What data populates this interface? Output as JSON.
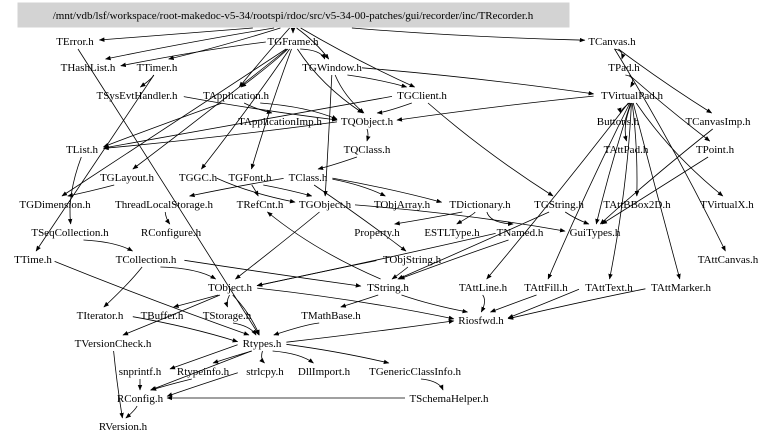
{
  "root": {
    "label": "/mnt/vdb/lsf/workspace/root-makedoc-v5-34/rootspi/rdoc/src/v5-34-00-patches/gui/recorder/inc/TRecorder.h",
    "fill_color": "#d3d3d3"
  },
  "nodes": [
    {
      "id": "TError",
      "label": "TError.h"
    },
    {
      "id": "TGFrame",
      "label": "TGFrame.h"
    },
    {
      "id": "TCanvas",
      "label": "TCanvas.h"
    },
    {
      "id": "THashList",
      "label": "THashList.h"
    },
    {
      "id": "TTimer",
      "label": "TTimer.h"
    },
    {
      "id": "TGWindow",
      "label": "TGWindow.h"
    },
    {
      "id": "TPad",
      "label": "TPad.h"
    },
    {
      "id": "TSysEvtHandler",
      "label": "TSysEvtHandler.h"
    },
    {
      "id": "TApplication",
      "label": "TApplication.h"
    },
    {
      "id": "TGClient",
      "label": "TGClient.h"
    },
    {
      "id": "TVirtualPad",
      "label": "TVirtualPad.h"
    },
    {
      "id": "TApplicationImp",
      "label": "TApplicationImp.h"
    },
    {
      "id": "TQObject",
      "label": "TQObject.h"
    },
    {
      "id": "Buttons",
      "label": "Buttons.h"
    },
    {
      "id": "TCanvasImp",
      "label": "TCanvasImp.h"
    },
    {
      "id": "TList",
      "label": "TList.h"
    },
    {
      "id": "TQClass",
      "label": "TQClass.h"
    },
    {
      "id": "TAttPad",
      "label": "TAttPad.h"
    },
    {
      "id": "TPoint",
      "label": "TPoint.h"
    },
    {
      "id": "TGLayout",
      "label": "TGLayout.h"
    },
    {
      "id": "TGGC",
      "label": "TGGC.h"
    },
    {
      "id": "TGFont",
      "label": "TGFont.h"
    },
    {
      "id": "TClass",
      "label": "TClass.h"
    },
    {
      "id": "TGDimension",
      "label": "TGDimension.h"
    },
    {
      "id": "ThreadLocalStorage",
      "label": "ThreadLocalStorage.h"
    },
    {
      "id": "TRefCnt",
      "label": "TRefCnt.h"
    },
    {
      "id": "TGObject",
      "label": "TGObject.h"
    },
    {
      "id": "TObjArray",
      "label": "TObjArray.h"
    },
    {
      "id": "TDictionary",
      "label": "TDictionary.h"
    },
    {
      "id": "TGString",
      "label": "TGString.h"
    },
    {
      "id": "TAttBBox2D",
      "label": "TAttBBox2D.h"
    },
    {
      "id": "TVirtualX",
      "label": "TVirtualX.h"
    },
    {
      "id": "TSeqCollection",
      "label": "TSeqCollection.h"
    },
    {
      "id": "RConfigure",
      "label": "RConfigure.h"
    },
    {
      "id": "Property",
      "label": "Property.h"
    },
    {
      "id": "ESTLType",
      "label": "ESTLType.h"
    },
    {
      "id": "TNamed",
      "label": "TNamed.h"
    },
    {
      "id": "GuiTypes",
      "label": "GuiTypes.h"
    },
    {
      "id": "TTime",
      "label": "TTime.h"
    },
    {
      "id": "TCollection",
      "label": "TCollection.h"
    },
    {
      "id": "TObjString",
      "label": "TObjString.h"
    },
    {
      "id": "TAttCanvas",
      "label": "TAttCanvas.h"
    },
    {
      "id": "TObject",
      "label": "TObject.h"
    },
    {
      "id": "TString",
      "label": "TString.h"
    },
    {
      "id": "TAttLine",
      "label": "TAttLine.h"
    },
    {
      "id": "TAttFill",
      "label": "TAttFill.h"
    },
    {
      "id": "TAttText",
      "label": "TAttText.h"
    },
    {
      "id": "TAttMarker",
      "label": "TAttMarker.h"
    },
    {
      "id": "TIterator",
      "label": "TIterator.h"
    },
    {
      "id": "TBuffer",
      "label": "TBuffer.h"
    },
    {
      "id": "TStorage",
      "label": "TStorage.h"
    },
    {
      "id": "TMathBase",
      "label": "TMathBase.h"
    },
    {
      "id": "Riosfwd",
      "label": "Riosfwd.h"
    },
    {
      "id": "TVersionCheck",
      "label": "TVersionCheck.h"
    },
    {
      "id": "Rtypes",
      "label": "Rtypes.h"
    },
    {
      "id": "snprintf",
      "label": "snprintf.h"
    },
    {
      "id": "Rtypeinfo",
      "label": "Rtypeinfo.h"
    },
    {
      "id": "strlcpy",
      "label": "strlcpy.h"
    },
    {
      "id": "DllImport",
      "label": "DllImport.h"
    },
    {
      "id": "TGenericClassInfo",
      "label": "TGenericClassInfo.h"
    },
    {
      "id": "RConfig",
      "label": "RConfig.h"
    },
    {
      "id": "TSchemaHelper",
      "label": "TSchemaHelper.h"
    },
    {
      "id": "RVersion",
      "label": "RVersion.h"
    }
  ],
  "edges": [
    [
      "ROOT",
      "TError"
    ],
    [
      "ROOT",
      "TGFrame"
    ],
    [
      "ROOT",
      "TCanvas"
    ],
    [
      "ROOT",
      "THashList"
    ],
    [
      "ROOT",
      "TTimer"
    ],
    [
      "ROOT",
      "TGWindow"
    ],
    [
      "ROOT",
      "TApplication"
    ],
    [
      "ROOT",
      "TGClient"
    ],
    [
      "TGFrame",
      "TGWindow"
    ],
    [
      "TGFrame",
      "TApplication"
    ],
    [
      "TGFrame",
      "THashList"
    ],
    [
      "TGFrame",
      "TGLayout"
    ],
    [
      "TGFrame",
      "TGGC"
    ],
    [
      "TGFrame",
      "TGFont"
    ],
    [
      "TGFrame",
      "TGDimension"
    ],
    [
      "TGFrame",
      "TQObject"
    ],
    [
      "TGWindow",
      "TGClient"
    ],
    [
      "TGWindow",
      "TQObject"
    ],
    [
      "TGWindow",
      "TVirtualPad"
    ],
    [
      "TGWindow",
      "TGObject"
    ],
    [
      "TCanvas",
      "TPad"
    ],
    [
      "TCanvas",
      "TCanvasImp"
    ],
    [
      "TCanvas",
      "TAttCanvas"
    ],
    [
      "TPad",
      "TVirtualPad"
    ],
    [
      "TPad",
      "TPoint"
    ],
    [
      "TVirtualPad",
      "Buttons"
    ],
    [
      "TVirtualPad",
      "TAttPad"
    ],
    [
      "TVirtualPad",
      "TQObject"
    ],
    [
      "TVirtualPad",
      "TAttBBox2D"
    ],
    [
      "TVirtualPad",
      "GuiTypes"
    ],
    [
      "TVirtualPad",
      "TVirtualX"
    ],
    [
      "TVirtualPad",
      "TAttLine"
    ],
    [
      "TVirtualPad",
      "TAttFill"
    ],
    [
      "TVirtualPad",
      "TAttText"
    ],
    [
      "TVirtualPad",
      "TAttMarker"
    ],
    [
      "TCanvasImp",
      "GuiTypes"
    ],
    [
      "TPoint",
      "GuiTypes"
    ],
    [
      "TTimer",
      "TSysEvtHandler"
    ],
    [
      "TTimer",
      "TTime"
    ],
    [
      "TSysEvtHandler",
      "TQObject"
    ],
    [
      "TApplication",
      "TApplicationImp"
    ],
    [
      "TApplication",
      "TQObject"
    ],
    [
      "TApplication",
      "TList"
    ],
    [
      "TGClient",
      "TQObject"
    ],
    [
      "TGClient",
      "TGString"
    ],
    [
      "TGClient",
      "TList"
    ],
    [
      "TQObject",
      "TQClass"
    ],
    [
      "TQObject",
      "TList"
    ],
    [
      "TQClass",
      "TClass"
    ],
    [
      "TList",
      "TSeqCollection"
    ],
    [
      "TSeqCollection",
      "TCollection"
    ],
    [
      "TCollection",
      "TObject"
    ],
    [
      "TCollection",
      "TIterator"
    ],
    [
      "TCollection",
      "TString"
    ],
    [
      "TGLayout",
      "TGDimension"
    ],
    [
      "TGGC",
      "TGObject"
    ],
    [
      "TGFont",
      "TGObject"
    ],
    [
      "TGFont",
      "TRefCnt"
    ],
    [
      "TClass",
      "TObjArray"
    ],
    [
      "TClass",
      "TDictionary"
    ],
    [
      "TClass",
      "TObjString"
    ],
    [
      "TClass",
      "ThreadLocalStorage"
    ],
    [
      "TDictionary",
      "TNamed"
    ],
    [
      "TDictionary",
      "Property"
    ],
    [
      "TDictionary",
      "ESTLType"
    ],
    [
      "TGString",
      "TString"
    ],
    [
      "TGString",
      "GuiTypes"
    ],
    [
      "TNamed",
      "TObject"
    ],
    [
      "TNamed",
      "TString"
    ],
    [
      "TObjString",
      "TObject"
    ],
    [
      "TObjString",
      "TString"
    ],
    [
      "ThreadLocalStorage",
      "RConfigure"
    ],
    [
      "TGObject",
      "TObject"
    ],
    [
      "TGObject",
      "GuiTypes"
    ],
    [
      "TObject",
      "Rtypes"
    ],
    [
      "TObject",
      "TStorage"
    ],
    [
      "TObject",
      "TBuffer"
    ],
    [
      "TObject",
      "TVersionCheck"
    ],
    [
      "TObject",
      "Riosfwd"
    ],
    [
      "TString",
      "TMathBase"
    ],
    [
      "TString",
      "Riosfwd"
    ],
    [
      "TString",
      "TRefCnt"
    ],
    [
      "TAttLine",
      "Riosfwd"
    ],
    [
      "TAttFill",
      "Riosfwd"
    ],
    [
      "TAttText",
      "Riosfwd"
    ],
    [
      "TAttMarker",
      "Riosfwd"
    ],
    [
      "TIterator",
      "Rtypes"
    ],
    [
      "TStorage",
      "Rtypes"
    ],
    [
      "TMathBase",
      "Rtypes"
    ],
    [
      "TVersionCheck",
      "RVersion"
    ],
    [
      "Rtypes",
      "snprintf"
    ],
    [
      "Rtypes",
      "Rtypeinfo"
    ],
    [
      "Rtypes",
      "strlcpy"
    ],
    [
      "Rtypes",
      "DllImport"
    ],
    [
      "Rtypes",
      "TGenericClassInfo"
    ],
    [
      "Rtypes",
      "RConfig"
    ],
    [
      "Rtypes",
      "Riosfwd"
    ],
    [
      "snprintf",
      "RConfig"
    ],
    [
      "Rtypeinfo",
      "RConfig"
    ],
    [
      "strlcpy",
      "RConfig"
    ],
    [
      "TGenericClassInfo",
      "TSchemaHelper"
    ],
    [
      "TSchemaHelper",
      "RConfig"
    ],
    [
      "RConfig",
      "RVersion"
    ],
    [
      "TTime",
      "Rtypes"
    ],
    [
      "TError",
      "Rtypes"
    ]
  ]
}
